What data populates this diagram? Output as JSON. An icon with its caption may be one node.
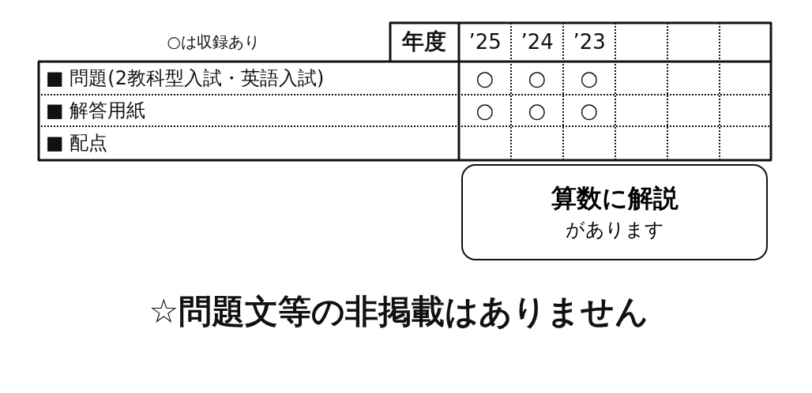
{
  "diagram": {
    "nodes": [
      {
        "text": [
          "算数に解説",
          "があります"
        ]
      }
    ],
    "labels": [
      "○は収録あり",
      "年度",
      "’25",
      "’24",
      "’23",
      "■ 問題(2教科型入試・英語入試)",
      "○",
      "○",
      "○",
      "■ 解答用紙",
      "○",
      "○",
      "○",
      "■ 配点",
      "☆問題文等の非掲載はありません"
    ]
  }
}
